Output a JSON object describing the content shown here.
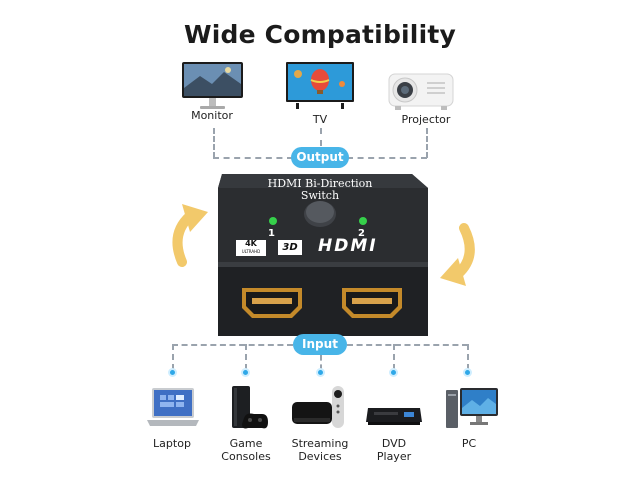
{
  "title": "Wide Compatibility",
  "outputs": {
    "pill": "Output",
    "devices": [
      {
        "label": "Monitor",
        "icon": "monitor-icon"
      },
      {
        "label": "TV",
        "icon": "tv-icon"
      },
      {
        "label": "Projector",
        "icon": "projector-icon"
      }
    ]
  },
  "switch": {
    "label_line1": "HDMI Bi-Direction",
    "label_line2": "Switch",
    "port1": "1",
    "port2": "2",
    "badge_4k": "4K",
    "badge_ultra": "ULTRAHD",
    "badge_3d": "3D",
    "brand": "HDMI"
  },
  "inputs": {
    "pill": "Input",
    "devices": [
      {
        "label": "Laptop",
        "icon": "laptop-icon"
      },
      {
        "label": "Game\nConsoles",
        "icon": "game-console-icon"
      },
      {
        "label": "Streaming\nDevices",
        "icon": "streaming-box-icon"
      },
      {
        "label": "DVD\nPlayer",
        "icon": "dvd-player-icon"
      },
      {
        "label": "PC",
        "icon": "pc-icon"
      }
    ]
  },
  "colors": {
    "accent": "#48b5e8",
    "switch_body": "#2b2d30",
    "arrow": "#f2c96b",
    "led": "#35d04a"
  }
}
